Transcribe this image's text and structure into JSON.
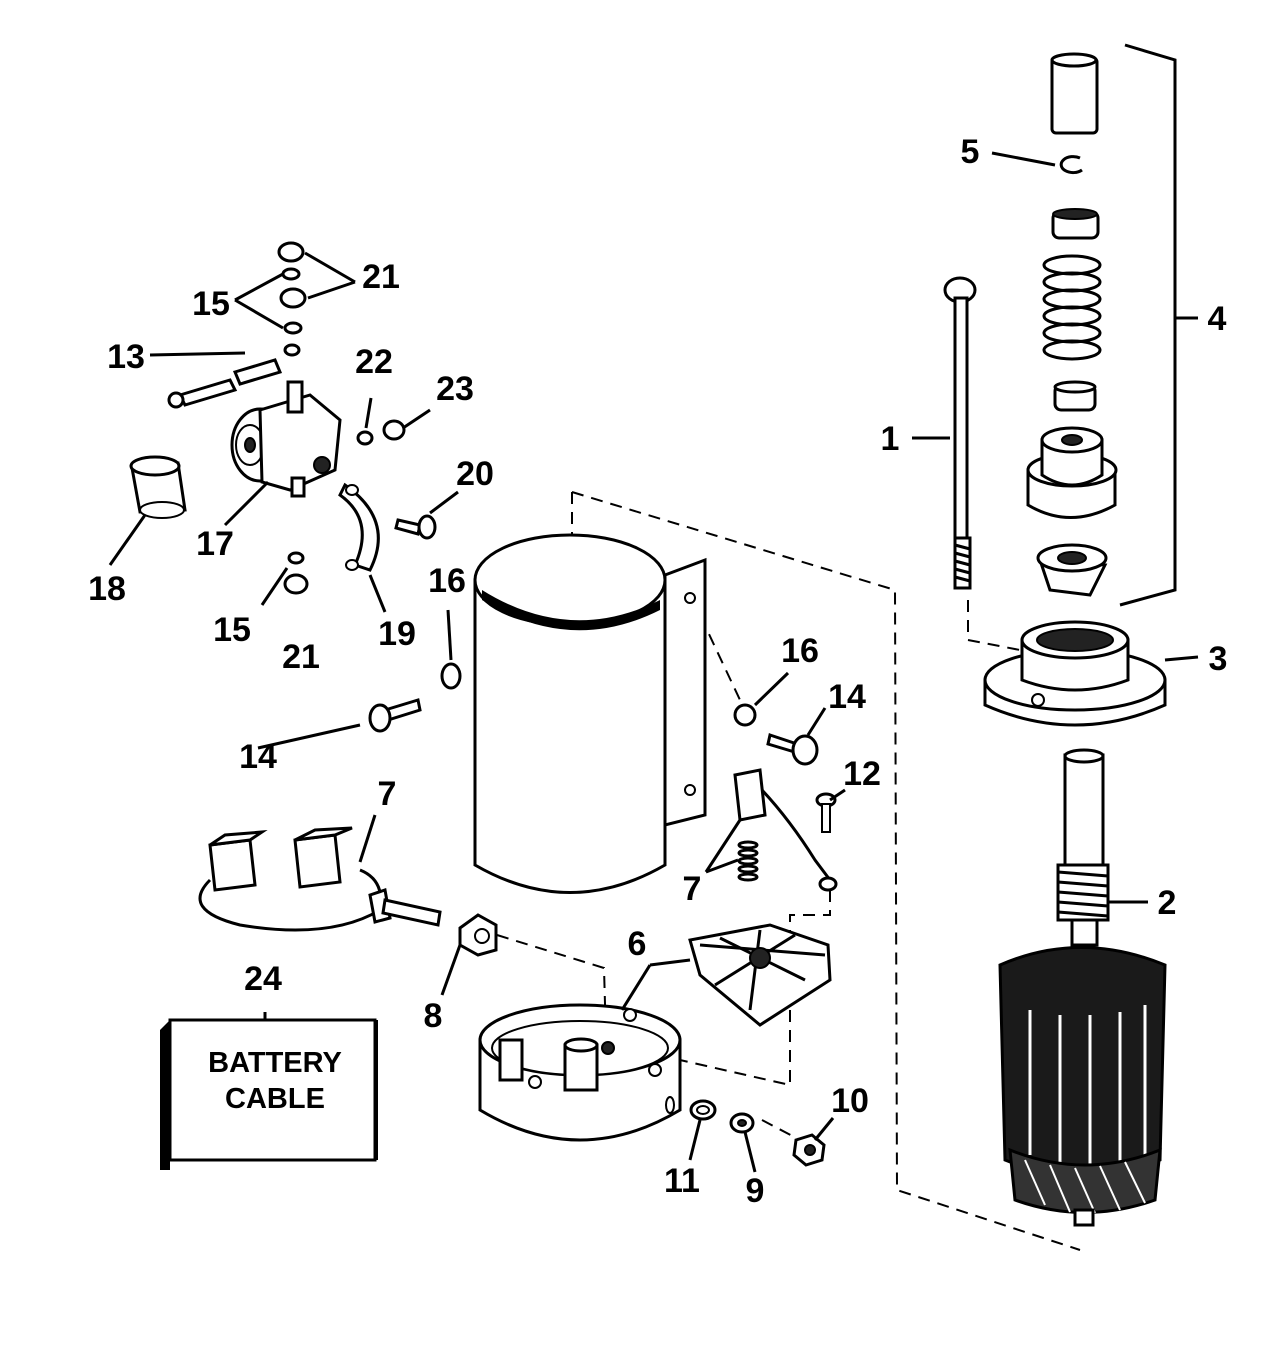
{
  "diagram": {
    "callouts": [
      {
        "id": "c1",
        "text": "1"
      },
      {
        "id": "c2",
        "text": "2"
      },
      {
        "id": "c3",
        "text": "3"
      },
      {
        "id": "c4",
        "text": "4"
      },
      {
        "id": "c5",
        "text": "5"
      },
      {
        "id": "c6",
        "text": "6"
      },
      {
        "id": "c7a",
        "text": "7"
      },
      {
        "id": "c7b",
        "text": "7"
      },
      {
        "id": "c8",
        "text": "8"
      },
      {
        "id": "c9",
        "text": "9"
      },
      {
        "id": "c10",
        "text": "10"
      },
      {
        "id": "c11",
        "text": "11"
      },
      {
        "id": "c12",
        "text": "12"
      },
      {
        "id": "c13",
        "text": "13"
      },
      {
        "id": "c14a",
        "text": "14"
      },
      {
        "id": "c14b",
        "text": "14"
      },
      {
        "id": "c15a",
        "text": "15"
      },
      {
        "id": "c15b",
        "text": "15"
      },
      {
        "id": "c16a",
        "text": "16"
      },
      {
        "id": "c16b",
        "text": "16"
      },
      {
        "id": "c17",
        "text": "17"
      },
      {
        "id": "c18",
        "text": "18"
      },
      {
        "id": "c19",
        "text": "19"
      },
      {
        "id": "c20",
        "text": "20"
      },
      {
        "id": "c21a",
        "text": "21"
      },
      {
        "id": "c21b",
        "text": "21"
      },
      {
        "id": "c22",
        "text": "22"
      },
      {
        "id": "c23",
        "text": "23"
      },
      {
        "id": "c24",
        "text": "24"
      }
    ],
    "battery_box": {
      "line1": "BATTERY",
      "line2": "CABLE"
    }
  }
}
